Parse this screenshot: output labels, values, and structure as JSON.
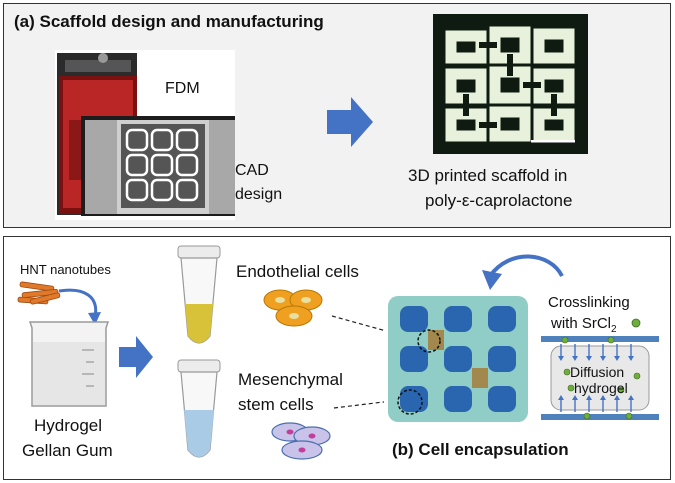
{
  "panel_a": {
    "title": "(a) Scaffold design and manufacturing",
    "fdm_label": "FDM",
    "cad_label_line1": "CAD",
    "cad_label_line2": "design",
    "printed_label_line1": "3D printed scaffold in",
    "printed_label_line2": "poly-ε-caprolactone"
  },
  "panel_b": {
    "title": "(b) Cell encapsulation",
    "hnt_label": "HNT nanotubes",
    "hydrogel_line1": "Hydrogel",
    "hydrogel_line2": "Gellan Gum",
    "endothelial_label": "Endothelial cells",
    "mesenchymal_line1": "Mesenchymal",
    "mesenchymal_line2": "stem cells",
    "crosslink_line1": "Crosslinking",
    "crosslink_line2_prefix": "with SrCl",
    "crosslink_line2_sub": "2",
    "diffusion_line1": "Diffusion",
    "diffusion_line2": "hydrogel"
  },
  "colors": {
    "arrow_blue": "#4472c4",
    "yellow_liquid": "#d8c23a",
    "blue_liquid": "#a9cbe6",
    "cell_orange": "#f0a020",
    "cell_lilac": "#c9c3ea",
    "plate_blue": "#4f81bd",
    "particle_green": "#6fae3c"
  },
  "icons": [
    "printer-icon",
    "cad-grid-icon",
    "scaffold-photo-icon",
    "right-arrow-icon",
    "nanotubes-icon",
    "beaker-icon",
    "tube-icon",
    "cell-cluster-icon",
    "hydrogel-scaffold-photo-icon",
    "curved-arrow-icon",
    "crosslinking-diagram-icon"
  ]
}
